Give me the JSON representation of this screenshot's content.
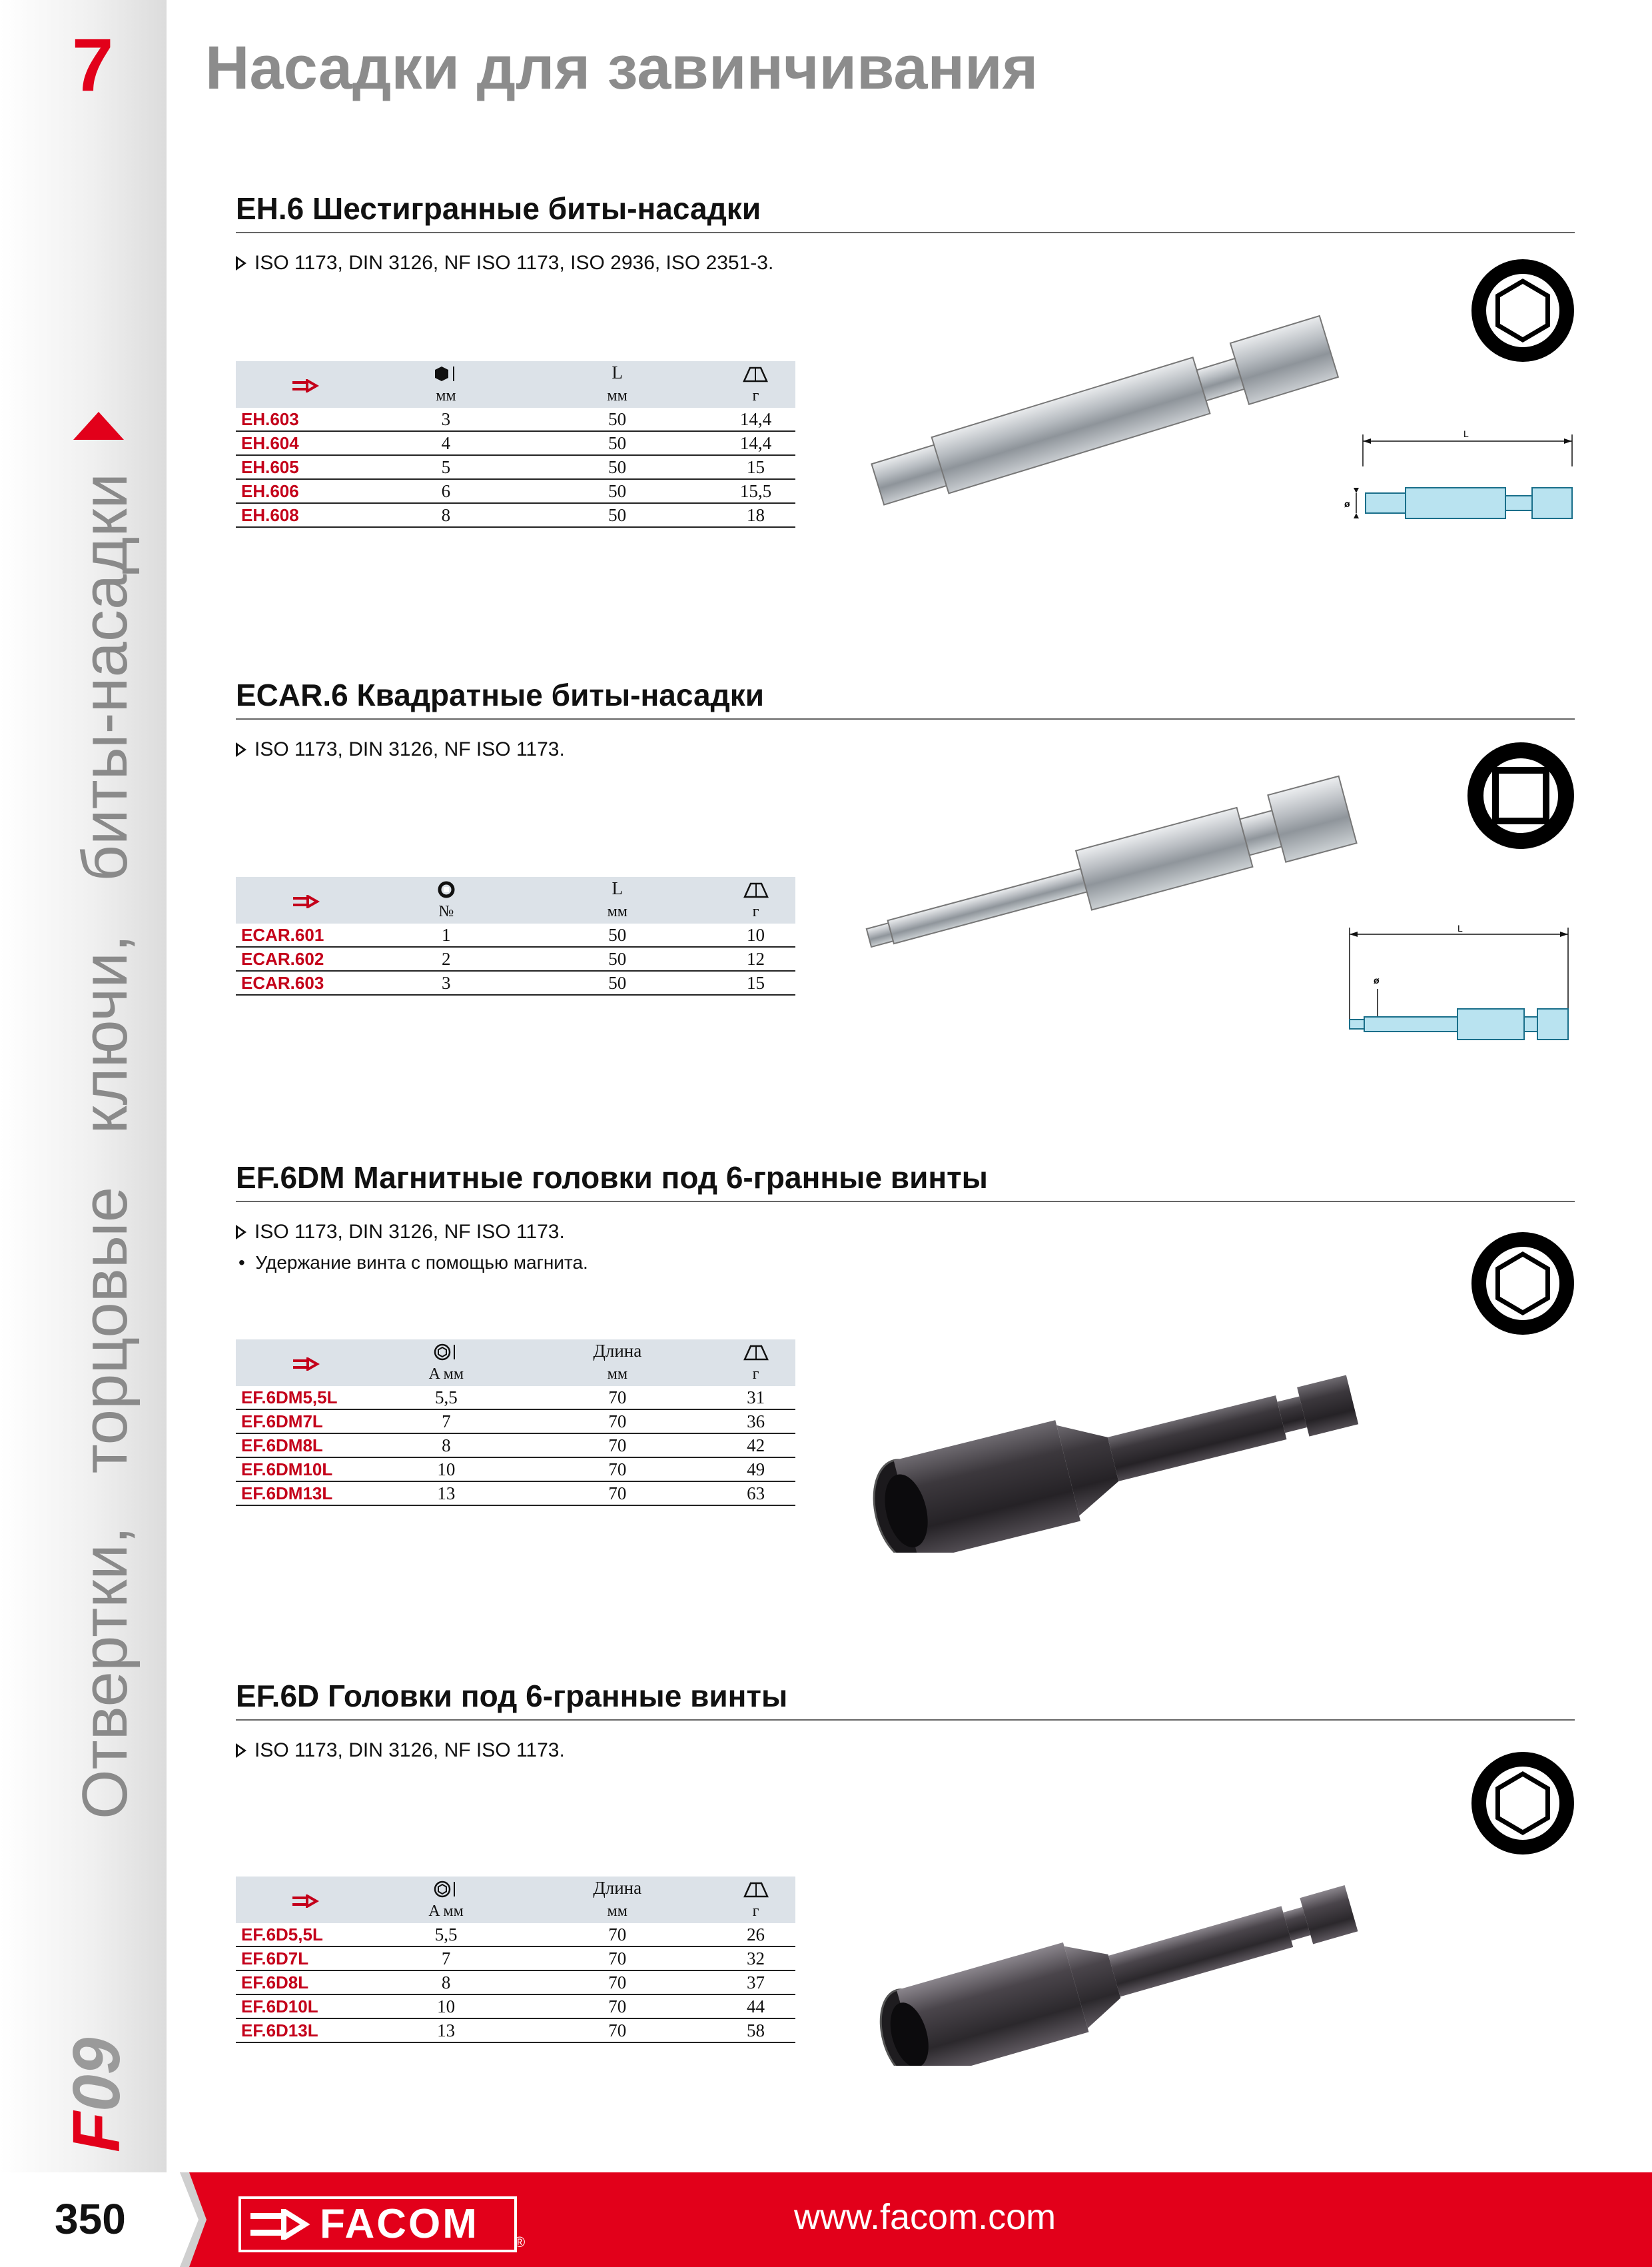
{
  "chapter_number": "7",
  "main_title": "Насадки для завинчивания",
  "side_text_words": [
    "Отвертки,",
    "торцовые",
    "ключи,",
    "биты-насадки"
  ],
  "side_code_f": "F",
  "side_code_rest": "09",
  "page_number": "350",
  "brand": "FACOM",
  "brand_reg": "®",
  "website": "www.facom.com",
  "colors": {
    "brand_red": "#e2001a",
    "ref_red": "#c4001a",
    "table_header": "#dce2e8",
    "title_gray": "#8c8c8c"
  },
  "sections": [
    {
      "title": "EH.6 Шестигранные биты-насадки",
      "standards": "ISO 1173, DIN 3126, NF ISO 1173, ISO 2936, ISO 2351-3.",
      "profile_icon": "hexagon-profile-icon",
      "header": {
        "c2_top": "",
        "c2_unit": "мм",
        "c3_top": "L",
        "c3_unit": "мм",
        "c4_unit": "г"
      },
      "rows": [
        [
          "EH.603",
          "3",
          "50",
          "14,4"
        ],
        [
          "EH.604",
          "4",
          "50",
          "14,4"
        ],
        [
          "EH.605",
          "5",
          "50",
          "15"
        ],
        [
          "EH.606",
          "6",
          "50",
          "15,5"
        ],
        [
          "EH.608",
          "8",
          "50",
          "18"
        ]
      ],
      "diagram_labels": {
        "length": "L",
        "diameter": "ø"
      }
    },
    {
      "title": "ECAR.6 Квадратные биты-насадки",
      "standards": "ISO 1173, DIN 3126, NF ISO 1173.",
      "profile_icon": "square-profile-icon",
      "header": {
        "c2_top": "",
        "c2_unit": "№",
        "c3_top": "L",
        "c3_unit": "мм",
        "c4_unit": "г"
      },
      "rows": [
        [
          "ECAR.601",
          "1",
          "50",
          "10"
        ],
        [
          "ECAR.602",
          "2",
          "50",
          "12"
        ],
        [
          "ECAR.603",
          "3",
          "50",
          "15"
        ]
      ],
      "diagram_labels": {
        "length": "L",
        "diameter": "ø"
      }
    },
    {
      "title": "EF.6DM Магнитные головки под 6-гранные винты",
      "standards": "ISO 1173, DIN 3126, NF ISO 1173.",
      "note": "Удержание винта с помощью магнита.",
      "profile_icon": "hexagon-profile-icon",
      "header": {
        "c2_top": "",
        "c2_unit": "A мм",
        "c3_top": "Длина",
        "c3_unit": "мм",
        "c4_unit": "г"
      },
      "rows": [
        [
          "EF.6DM5,5L",
          "5,5",
          "70",
          "31"
        ],
        [
          "EF.6DM7L",
          "7",
          "70",
          "36"
        ],
        [
          "EF.6DM8L",
          "8",
          "70",
          "42"
        ],
        [
          "EF.6DM10L",
          "10",
          "70",
          "49"
        ],
        [
          "EF.6DM13L",
          "13",
          "70",
          "63"
        ]
      ]
    },
    {
      "title": "EF.6D Головки под 6-гранные винты",
      "standards": "ISO 1173, DIN 3126, NF ISO 1173.",
      "profile_icon": "hexagon-profile-icon",
      "header": {
        "c2_top": "",
        "c2_unit": "A мм",
        "c3_top": "Длина",
        "c3_unit": "мм",
        "c4_unit": "г"
      },
      "rows": [
        [
          "EF.6D5,5L",
          "5,5",
          "70",
          "26"
        ],
        [
          "EF.6D7L",
          "7",
          "70",
          "32"
        ],
        [
          "EF.6D8L",
          "8",
          "70",
          "37"
        ],
        [
          "EF.6D10L",
          "10",
          "70",
          "44"
        ],
        [
          "EF.6D13L",
          "13",
          "70",
          "58"
        ]
      ]
    }
  ]
}
